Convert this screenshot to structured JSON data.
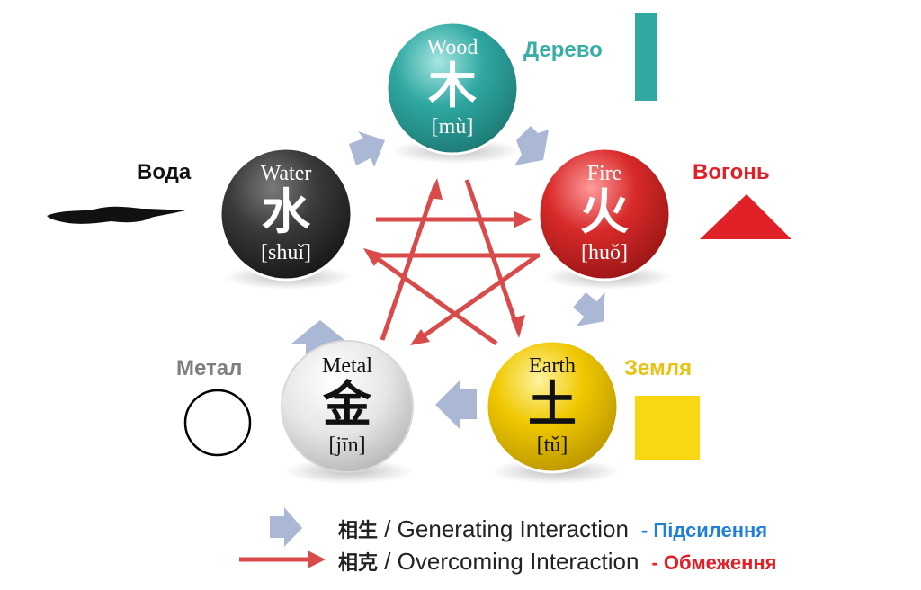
{
  "colors": {
    "wood": "#2fa8a1",
    "fire": "#e02127",
    "earth": "#f2cc00",
    "metal": "#e6e6e6",
    "water": "#3a3a3a",
    "generating": "#aab8d6",
    "overcoming": "#d94a4a",
    "label_wood": "#3aaea6",
    "label_fire": "#e41e26",
    "label_earth": "#e8c313",
    "label_metal": "#7f7f7f",
    "label_water": "#111111",
    "legend_generating_ua": "#1f7fd6",
    "legend_overcoming_ua": "#e41e26"
  },
  "elements": {
    "wood": {
      "name": "Wood",
      "char": "木",
      "pinyin": "[mù]",
      "label": "Дерево",
      "symbol": "bar-icon"
    },
    "fire": {
      "name": "Fire",
      "char": "火",
      "pinyin": "[huǒ]",
      "label": "Вогонь",
      "symbol": "triangle-icon"
    },
    "earth": {
      "name": "Earth",
      "char": "土",
      "pinyin": "[tǔ]",
      "label": "Земля",
      "symbol": "square-icon"
    },
    "metal": {
      "name": "Metal",
      "char": "金",
      "pinyin": "[jīn]",
      "label": "Метал",
      "symbol": "circle-icon"
    },
    "water": {
      "name": "Water",
      "char": "水",
      "pinyin": "[shuǐ]",
      "label": "Вода",
      "symbol": "water-blob-icon"
    }
  },
  "legend": {
    "generating": {
      "cjk": "相生",
      "text": " / Generating Interaction",
      "ua": "- Підсилення"
    },
    "overcoming": {
      "cjk": "相克",
      "text": " / Overcoming Interaction",
      "ua": "- Обмеження"
    }
  }
}
